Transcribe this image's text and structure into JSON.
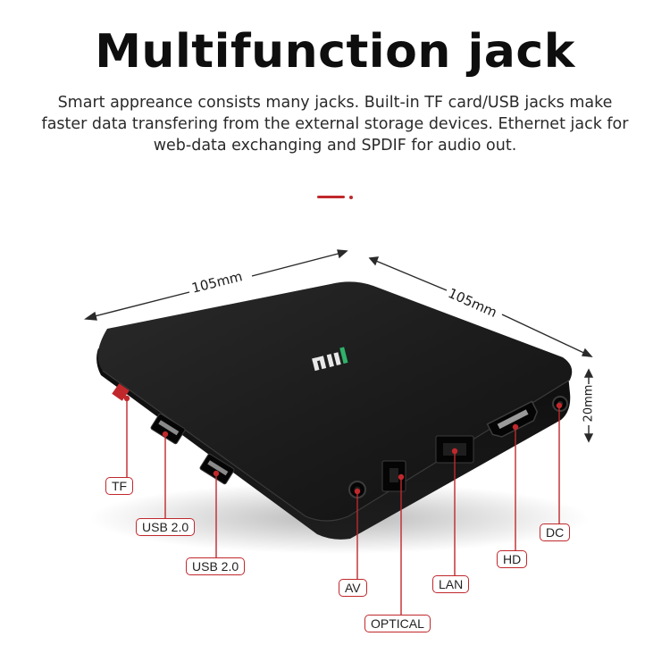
{
  "header": {
    "title": "Multifunction jack",
    "description": "Smart appreance consists many jacks. Built-in TF card/USB jacks make faster data transfering from the external storage devices. Ethernet jack for web-data exchanging and SPDIF for audio out."
  },
  "dimensions": {
    "left_width": "105mm",
    "right_depth": "105mm",
    "height": "20mm"
  },
  "ports": {
    "tf": "TF",
    "usb_1": "USB 2.0",
    "usb_2": "USB 2.0",
    "av": "AV",
    "optical": "OPTICAL",
    "lan": "LAN",
    "hd": "HD",
    "dc": "DC"
  },
  "colors": {
    "accent": "#c0282c",
    "device": "#151515"
  }
}
